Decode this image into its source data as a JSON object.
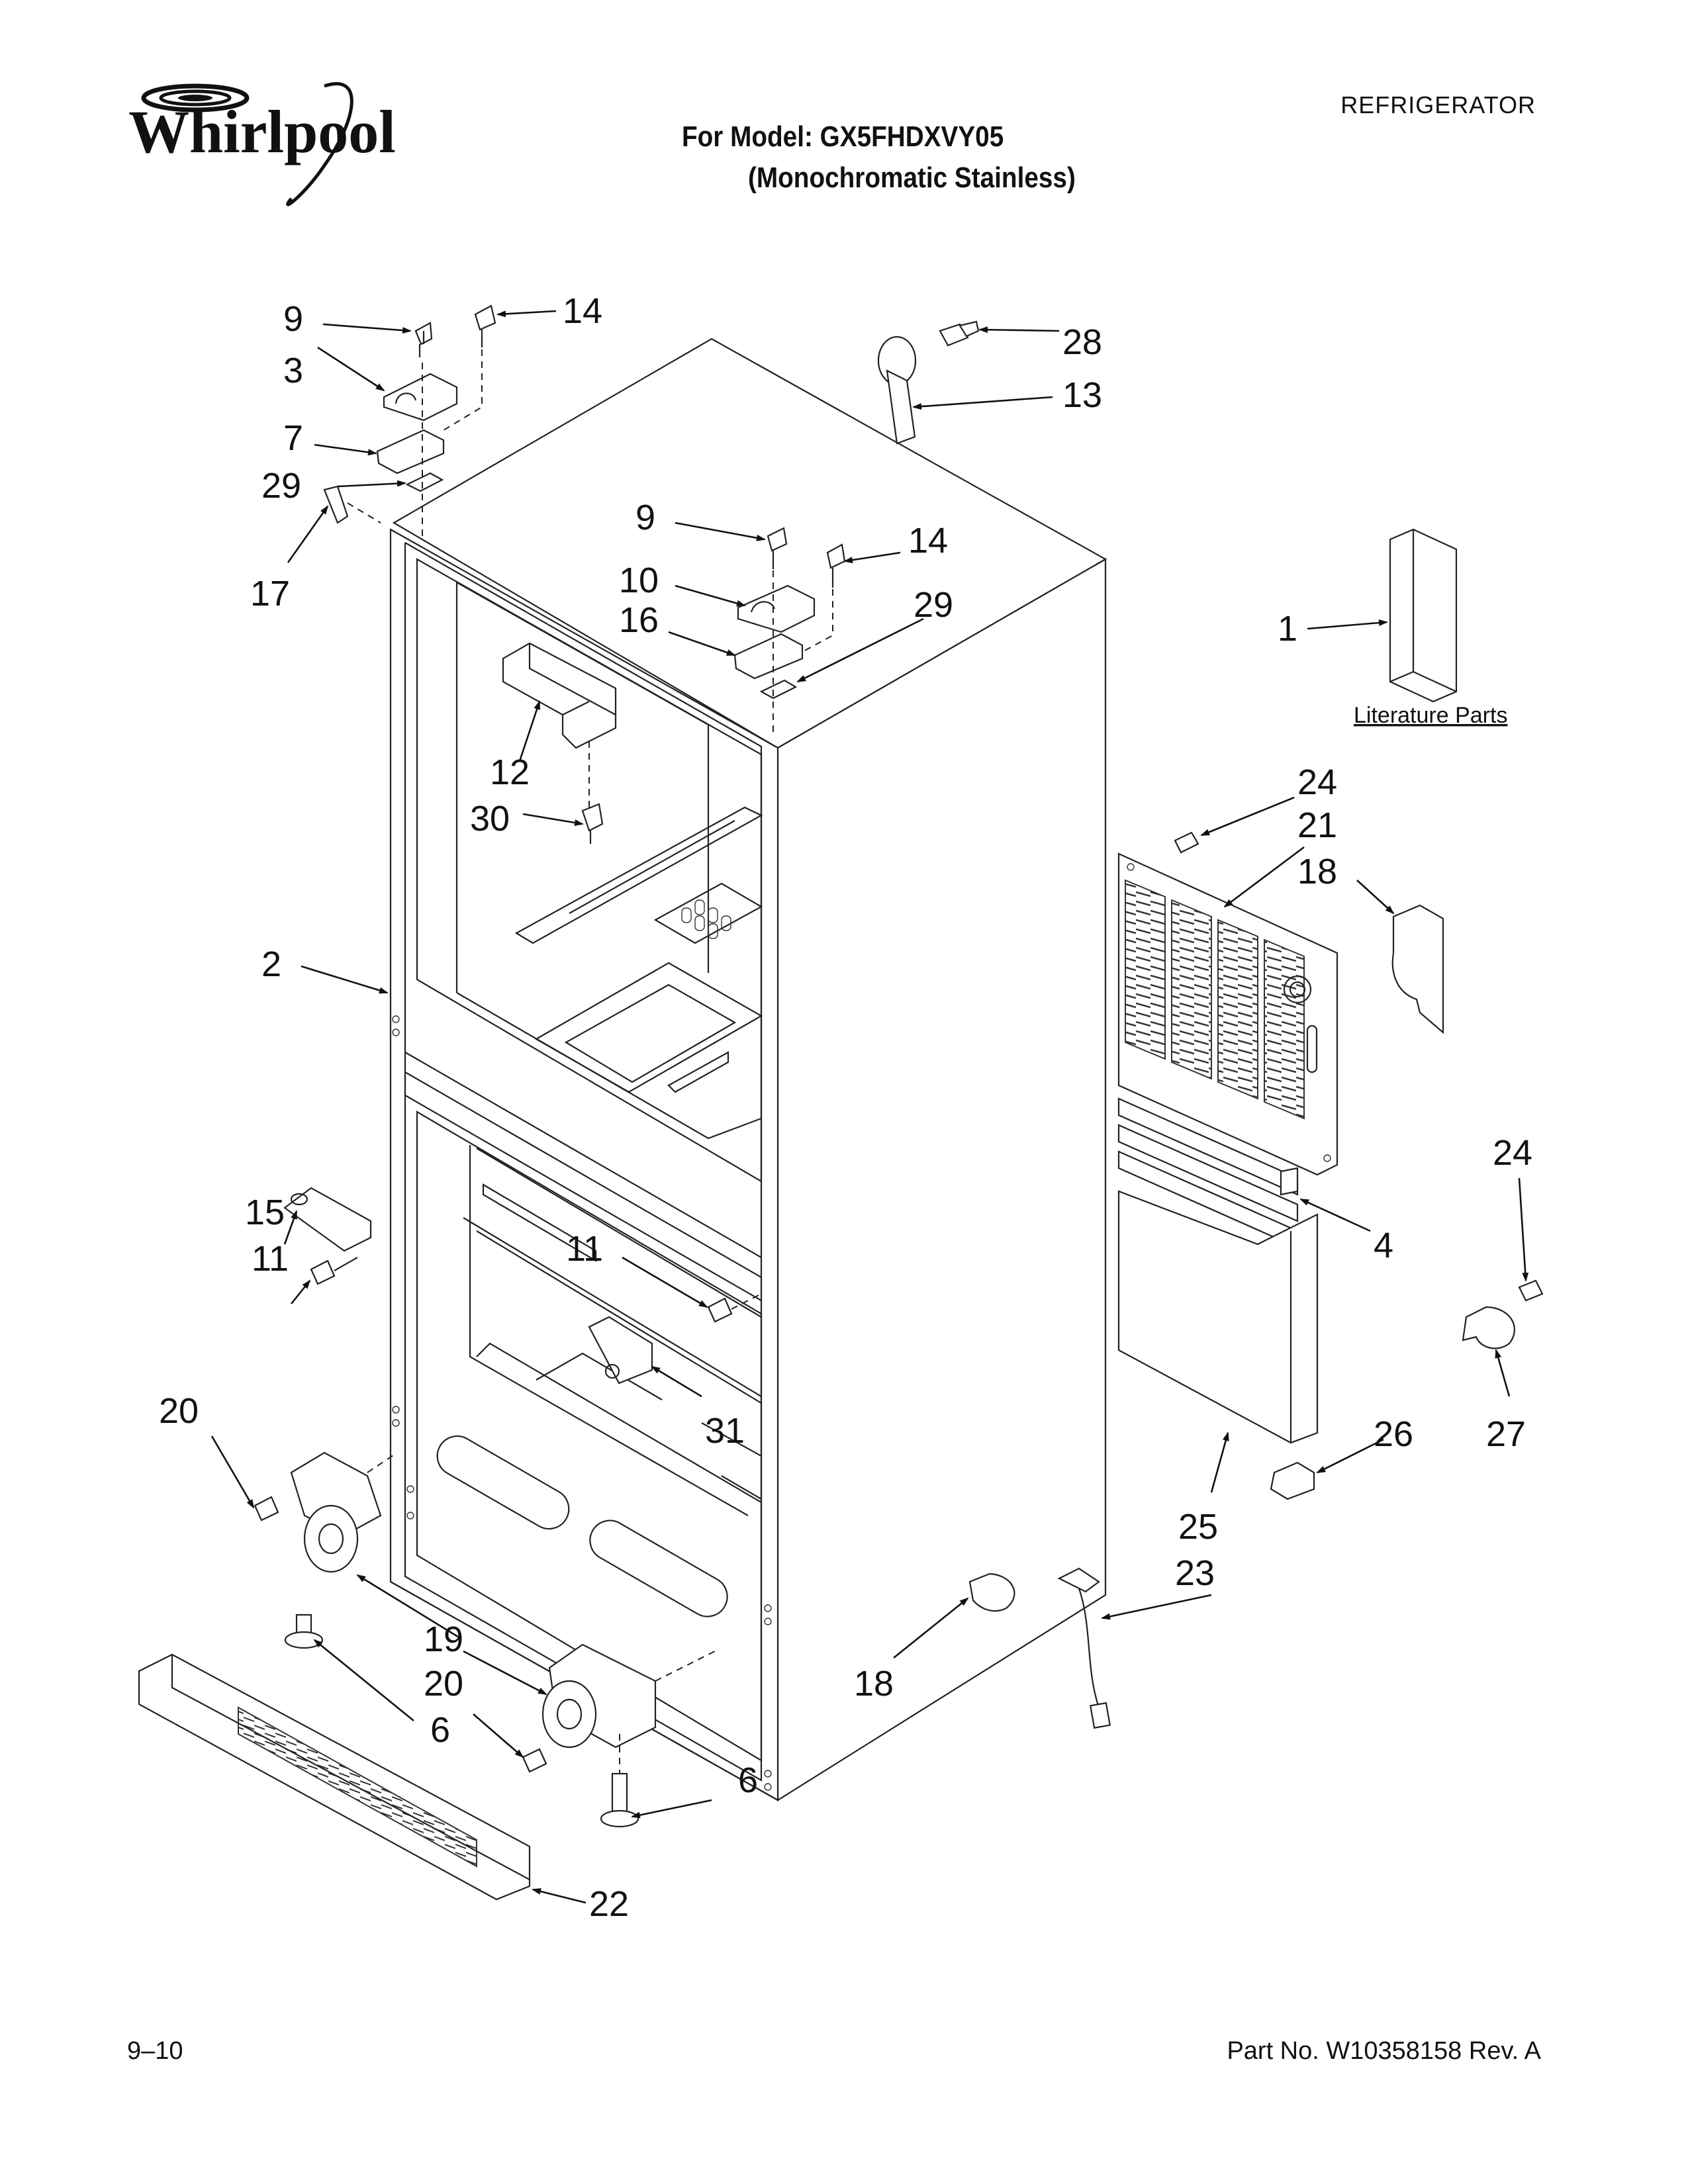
{
  "header": {
    "brand": "Whirlpool",
    "category": "REFRIGERATOR",
    "model_line": "For Model: GX5FHDXVY05",
    "description_line": "(Monochromatic Stainless)"
  },
  "footer": {
    "date_code": "9–10",
    "part_number": "Part No. W10358158 Rev. A"
  },
  "literature_label": "Literature Parts",
  "callouts": [
    {
      "id": "c9a",
      "text": "9"
    },
    {
      "id": "c14a",
      "text": "14"
    },
    {
      "id": "c3",
      "text": "3"
    },
    {
      "id": "c7",
      "text": "7"
    },
    {
      "id": "c29a",
      "text": "29"
    },
    {
      "id": "c17",
      "text": "17"
    },
    {
      "id": "c28",
      "text": "28"
    },
    {
      "id": "c13",
      "text": "13"
    },
    {
      "id": "c9b",
      "text": "9"
    },
    {
      "id": "c14b",
      "text": "14"
    },
    {
      "id": "c10",
      "text": "10"
    },
    {
      "id": "c16",
      "text": "16"
    },
    {
      "id": "c29b",
      "text": "29"
    },
    {
      "id": "c1",
      "text": "1"
    },
    {
      "id": "c12",
      "text": "12"
    },
    {
      "id": "c30",
      "text": "30"
    },
    {
      "id": "c24a",
      "text": "24"
    },
    {
      "id": "c21",
      "text": "21"
    },
    {
      "id": "c18a",
      "text": "18"
    },
    {
      "id": "c2",
      "text": "2"
    },
    {
      "id": "c24b",
      "text": "24"
    },
    {
      "id": "c15",
      "text": "15"
    },
    {
      "id": "c11a",
      "text": "11"
    },
    {
      "id": "c11b",
      "text": "11"
    },
    {
      "id": "c4",
      "text": "4"
    },
    {
      "id": "c31",
      "text": "31"
    },
    {
      "id": "c20a",
      "text": "20"
    },
    {
      "id": "c26",
      "text": "26"
    },
    {
      "id": "c27",
      "text": "27"
    },
    {
      "id": "c25",
      "text": "25"
    },
    {
      "id": "c23",
      "text": "23"
    },
    {
      "id": "c19",
      "text": "19"
    },
    {
      "id": "c20b",
      "text": "20"
    },
    {
      "id": "c18b",
      "text": "18"
    },
    {
      "id": "c6a",
      "text": "6"
    },
    {
      "id": "c6b",
      "text": "6"
    },
    {
      "id": "c22",
      "text": "22"
    }
  ]
}
